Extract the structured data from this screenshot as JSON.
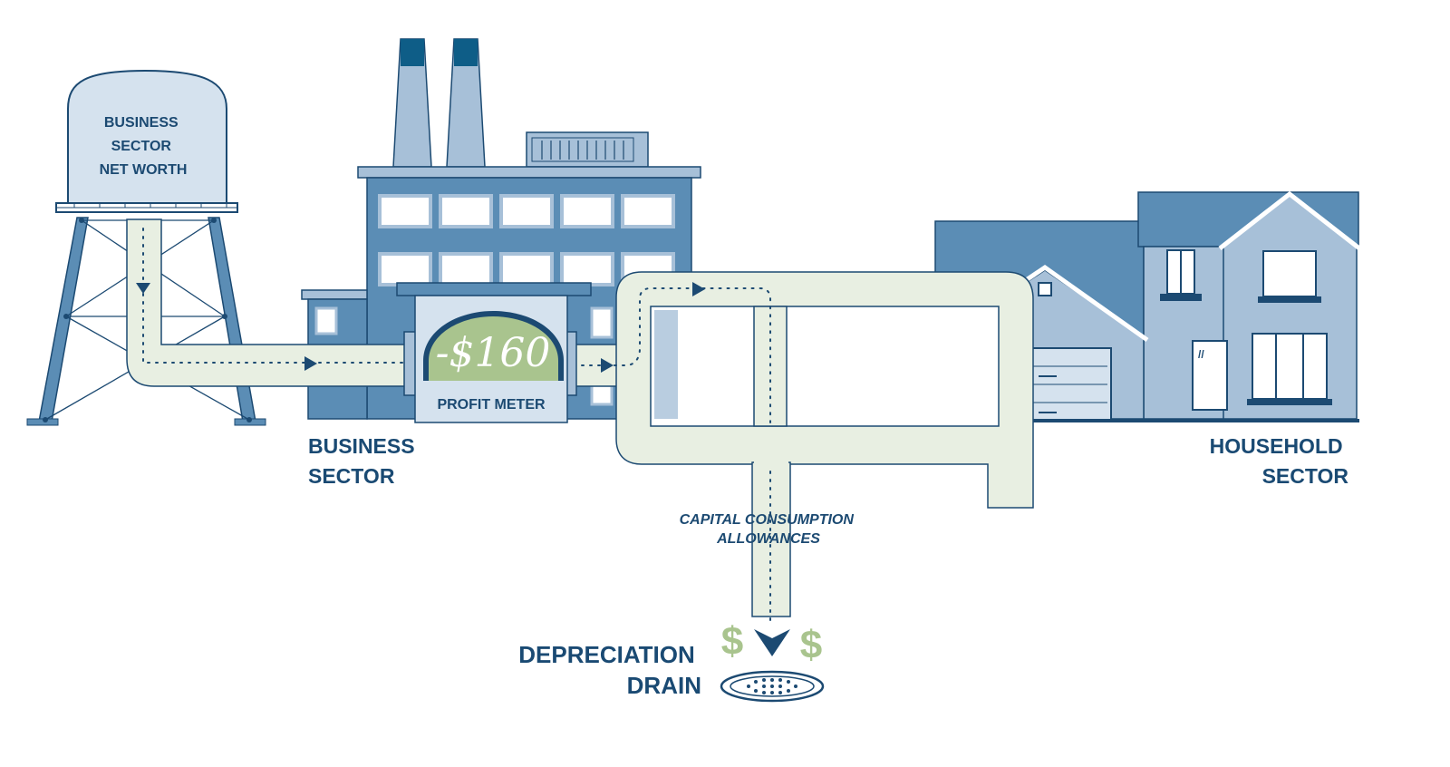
{
  "tower": {
    "label_lines": [
      "BUSINESS",
      "SECTOR",
      "NET WORTH"
    ]
  },
  "business": {
    "label_lines": [
      "BUSINESS",
      "SECTOR"
    ]
  },
  "household": {
    "label_lines": [
      "HOUSEHOLD",
      "SECTOR"
    ]
  },
  "meter": {
    "value": "-$160",
    "label": "PROFIT METER"
  },
  "flow": {
    "label_lines": [
      "CAPITAL CONSUMPTION",
      "ALLOWANCES"
    ]
  },
  "drain": {
    "label_lines": [
      "DEPRECIATION",
      "DRAIN"
    ],
    "symbol": "$"
  },
  "colors": {
    "navy": "#1c4a72",
    "mid_blue": "#5b8db5",
    "light_blue": "#a7c0d8",
    "pale_blue": "#d5e2ee",
    "pipe": "#e8efe2",
    "green": "#a9c48e",
    "teal": "#0e5d87"
  }
}
